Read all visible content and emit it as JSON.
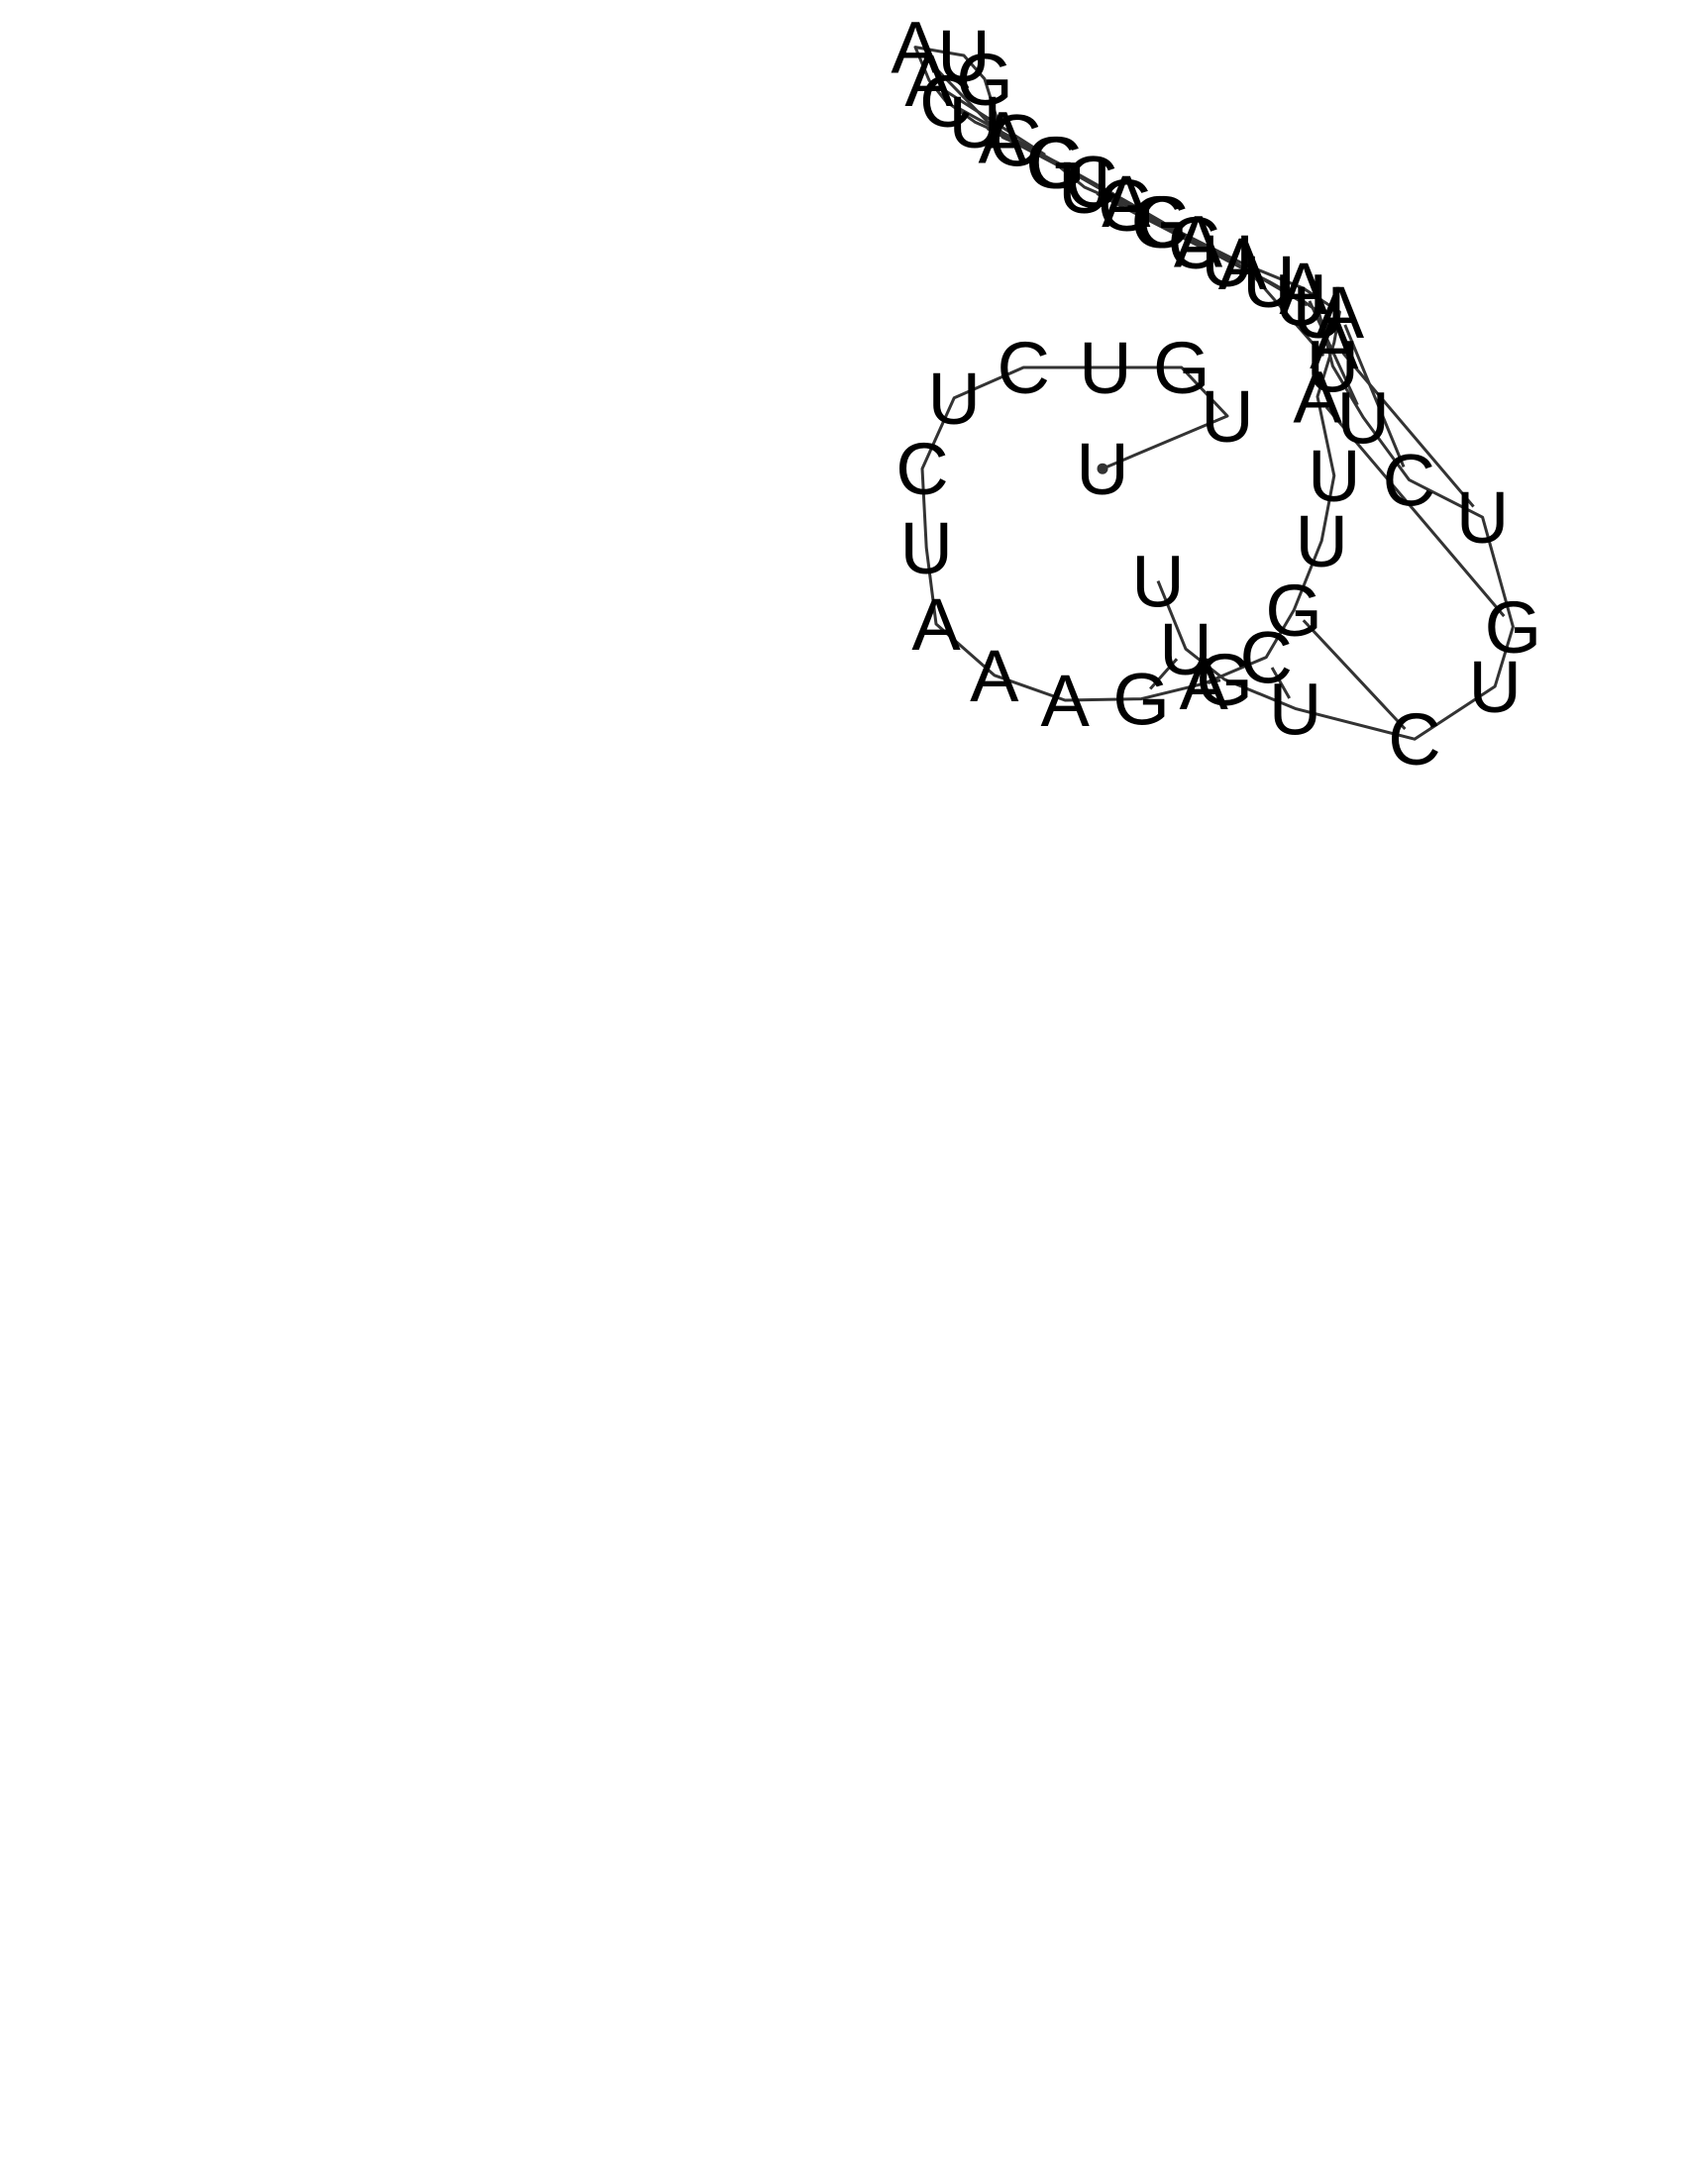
{
  "colors": {
    "background": "#ffffff",
    "line": "#333333",
    "text": "#000000"
  },
  "sequence": [
    "U",
    "U",
    "G",
    "U",
    "C",
    "U",
    "C",
    "U",
    "A",
    "A",
    "A",
    "G",
    "A",
    "C",
    "G",
    "U",
    "U",
    "A",
    "A",
    "A",
    "A",
    "A",
    "A",
    "G",
    "G",
    "U",
    "G",
    "C",
    "U",
    "C",
    "A",
    "A",
    "U",
    "G",
    "A",
    "G",
    "C",
    "A",
    "C",
    "C",
    "U",
    "U",
    "U",
    "U",
    "U",
    "U",
    "C",
    "U",
    "G",
    "U",
    "C",
    "U",
    "G",
    "U",
    "U"
  ],
  "pairs": [
    [
      12,
      54
    ],
    [
      13,
      53
    ],
    [
      14,
      52
    ],
    [
      15,
      51
    ],
    [
      18,
      49
    ],
    [
      19,
      48
    ],
    [
      20,
      47
    ],
    [
      21,
      46
    ],
    [
      22,
      45
    ],
    [
      23,
      44
    ],
    [
      24,
      43
    ],
    [
      25,
      42
    ],
    [
      26,
      41
    ],
    [
      27,
      40
    ],
    [
      28,
      39
    ],
    [
      29,
      38
    ],
    [
      30,
      37
    ],
    [
      31,
      36
    ],
    [
      32,
      35
    ]
  ],
  "five_prime_index": 1
}
